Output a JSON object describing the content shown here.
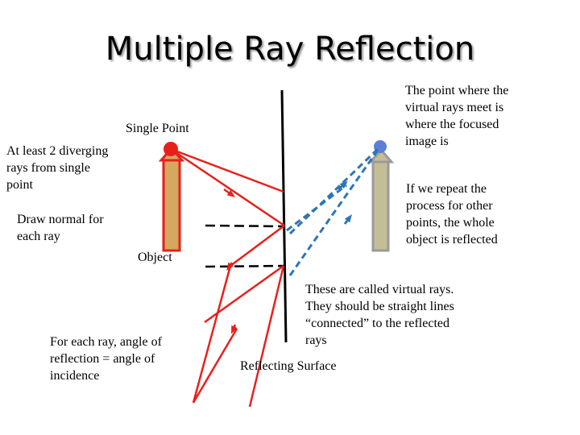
{
  "title": "Multiple Ray Reflection",
  "labels": {
    "single_point": "Single Point",
    "diverging_rays": "At least 2 diverging\nrays from single\npoint",
    "draw_normal": "Draw normal for\neach ray",
    "object": "Object",
    "angle_rule": "For each ray, angle of\nreflection = angle of\nincidence",
    "reflecting_surface": "Reflecting Surface",
    "virtual_rays": "These are called virtual rays.\nThey should be straight lines\n“connected” to the reflected\nrays",
    "focus_point": "The point where the\nvirtual rays meet is\nwhere the focused\nimage is",
    "repeat_process": "If we repeat the\nprocess for other\npoints, the whole\nobject is reflected"
  },
  "colors": {
    "ray": "#e8201c",
    "object_fill": "#d4a85f",
    "object_border": "#e8201c",
    "image_fill": "#c4bd97",
    "image_border": "#9a9a9a",
    "image_point": "#5b7fd6",
    "virtual_ray": "#2e75b6",
    "mirror": "#000000"
  }
}
